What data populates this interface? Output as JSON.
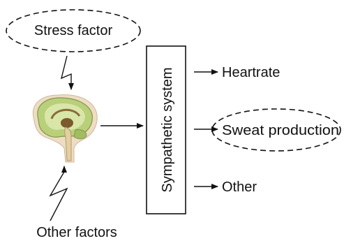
{
  "diagram": {
    "nodes": {
      "stress_factor": "Stress factor",
      "other_factors": "Other factors",
      "sympathetic_system": "Sympathetic system",
      "heartrate": "Heartrate",
      "sweat_production": "Sweat production",
      "other": "Other"
    },
    "highlighted_nodes": [
      "Stress factor",
      "Sweat production"
    ],
    "brain_icon": "brain-sagittal-icon",
    "colors": {
      "brain_outer": "#b9cf7a",
      "brain_inner": "#d8e6a8",
      "brain_dark": "#8a6a3c",
      "brainstem": "#e3cfa2",
      "skin": "#eedcc4",
      "stroke": "#111111"
    }
  }
}
